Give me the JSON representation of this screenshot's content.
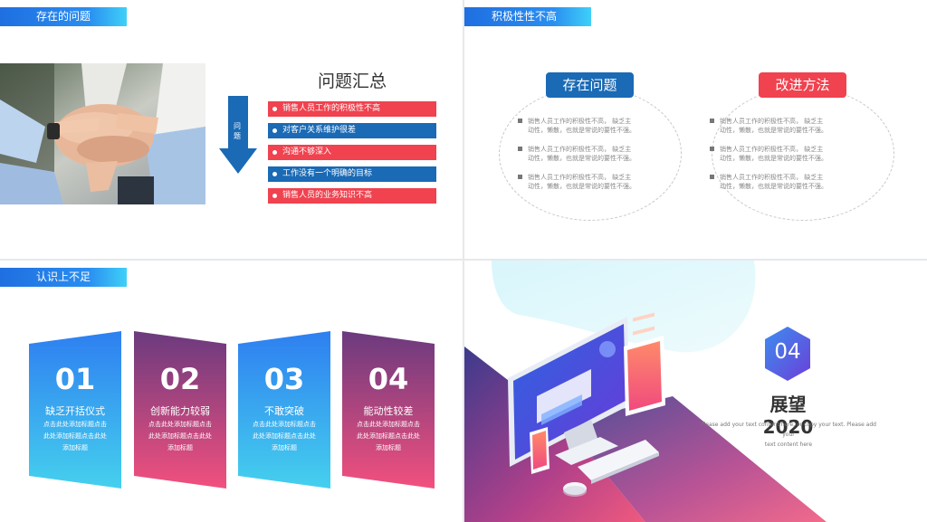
{
  "slide1": {
    "tag": "存在的问题",
    "arrow_label": "问题",
    "summary_title": "问题汇总",
    "items": [
      {
        "text": "销售人员工作的积极性不高",
        "color": "#f0424f"
      },
      {
        "text": "对客户关系维护很差",
        "color": "#1a6ab5"
      },
      {
        "text": "沟通不够深入",
        "color": "#f0424f"
      },
      {
        "text": "工作没有一个明确的目标",
        "color": "#1a6ab5"
      },
      {
        "text": "销售人员的业务知识不高",
        "color": "#f0424f"
      }
    ]
  },
  "slide2": {
    "tag": "积极性性不高",
    "left": {
      "title": "存在问题",
      "color": "#1a6ab5",
      "bullets": [
        [
          "销售人员工作的积极性不高，    缺乏主",
          "动性，懒散，也就是常说的要性不强。"
        ],
        [
          "销售人员工作的积极性不高，    缺乏主",
          "动性，懒散，也就是常说的要性不强。"
        ],
        [
          "销售人员工作的积极性不高，    缺乏主",
          "动性，懒散，也就是常说的要性不强。"
        ]
      ]
    },
    "right": {
      "title": "改进方法",
      "color": "#f0424f",
      "bullets": [
        [
          "销售人员工作的积极性不高，    缺乏主",
          "动性，懒散，也就是常说的要性不强。"
        ],
        [
          "销售人员工作的积极性不高，    缺乏主",
          "动性，懒散，也就是常说的要性不强。"
        ],
        [
          "销售人员工作的积极性不高，    缺乏主",
          "动性，懒散，也就是常说的要性不强。"
        ]
      ]
    }
  },
  "slide3": {
    "tag": "认识上不足",
    "cards": [
      {
        "num": "01",
        "title": "缺乏开括仪式",
        "desc": [
          "点击此处添加标题点击",
          "此处添加标题点击此处",
          "添加标题"
        ]
      },
      {
        "num": "02",
        "title": "创新能力较弱",
        "desc": [
          "点击此处添加标题点击",
          "此处添加标题点击此处",
          "添加标题"
        ]
      },
      {
        "num": "03",
        "title": "不敢突破",
        "desc": [
          "点击此处添加标题点击",
          "此处添加标题点击此处",
          "添加标题"
        ]
      },
      {
        "num": "04",
        "title": "能动性较差",
        "desc": [
          "点击此处添加标题点击",
          "此处添加标题点击此处",
          "添加标题"
        ]
      }
    ]
  },
  "slide4": {
    "number": "04",
    "title": "展望2020",
    "desc": [
      "Please add your text content here, or copy your text. Please add your",
      "text content here"
    ]
  }
}
